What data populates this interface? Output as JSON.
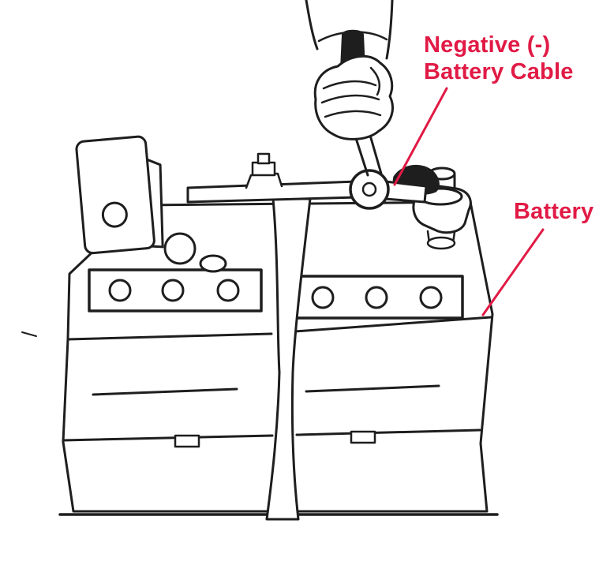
{
  "figure": {
    "description": "Line-art illustration of a hand using a socket wrench to loosen the negative battery cable clamp on a car battery",
    "background_color": "#ffffff",
    "line_color": "#1e1e1e",
    "accent_color": "#e11a45"
  },
  "labels": {
    "negative_cable": {
      "line1": "Negative (-)",
      "line2": "Battery Cable"
    },
    "battery": "Battery"
  }
}
